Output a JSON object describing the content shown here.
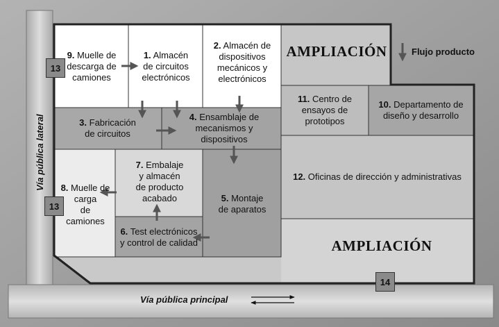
{
  "areas": [
    {
      "num": "9.",
      "text": "Muelle de\ndescarga de\ncamiones"
    },
    {
      "num": "1.",
      "text": "Almacén\nde circuitos\nelectrónicos"
    },
    {
      "num": "2.",
      "text": "Almacén de\ndispositivos\nmecánicos y\nelectrónicos"
    },
    {
      "num": "3.",
      "text": "Fabricación\nde circuitos"
    },
    {
      "num": "4.",
      "text": "Ensamblaje de\nmecanismos y\ndispositivos"
    },
    {
      "num": "11.",
      "text": "Centro de\nensayos de\nprototipos"
    },
    {
      "num": "10.",
      "text": "Departamento de\ndiseño y desarrollo"
    },
    {
      "num": "12.",
      "text": "Oficinas de dirección y administrativas"
    },
    {
      "num": "8.",
      "text": "Muelle de\ncarga\nde\ncamiones"
    },
    {
      "num": "7.",
      "text": "Embalaje\ny almacén\nde producto\nacabado"
    },
    {
      "num": "5.",
      "text": "Montaje\nde  aparatos"
    },
    {
      "num": "6.",
      "text": "Test electrónicos\ny control de calidad"
    }
  ],
  "expansion_top": "AMPLIACIÓN",
  "expansion_bottom": "AMPLIACIÓN",
  "legend": "Flujo producto",
  "road_lateral": "Vía pública lateral",
  "road_main": "Vía pública principal",
  "access_lateral_top": "13",
  "access_lateral_bottom": "13",
  "access_main": "14",
  "colors": {
    "background": "#8e8e8e",
    "road": "#c8c8c8",
    "white_zone": "#ffffff",
    "dark_zone": "#a9a9a9",
    "light_zone": "#d6d6d6",
    "office_zone": "#c4c4c4",
    "arrow": "#5a5a5a"
  }
}
